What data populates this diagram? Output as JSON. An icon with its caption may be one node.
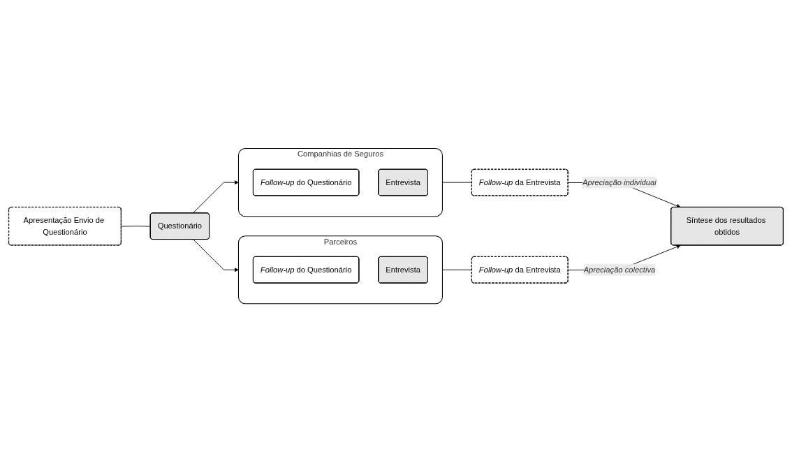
{
  "diagram": {
    "nodes": [
      {
        "text": [
          "Apresentação Envio de Questionário"
        ]
      },
      {
        "text": [
          "Questionário"
        ]
      },
      {
        "text": [
          "Companhias de Seguros"
        ]
      },
      {
        "text": [
          "*Follow-up* do Questionário"
        ],
        "in": 2
      },
      {
        "text": [
          "Entrevista"
        ],
        "in": 2
      },
      {
        "text": [
          "*Follow-up* da Entrevista"
        ]
      },
      {
        "text": [
          "Parceiros"
        ]
      },
      {
        "text": [
          "*Follow-up* do Questionário"
        ],
        "in": 6
      },
      {
        "text": [
          "Entrevista"
        ],
        "in": 6
      },
      {
        "text": [
          "*Follow-up* da Entrevista"
        ]
      },
      {
        "text": [
          "Síntese dos resultados obtidos"
        ]
      }
    ],
    "edges": [
      {
        "from": 0,
        "to": 1,
        "arrow": "none"
      },
      {
        "from": 1,
        "to": 2,
        "arrow": "to"
      },
      {
        "from": 1,
        "to": 6,
        "arrow": "to"
      },
      {
        "from": 2,
        "to": 5,
        "arrow": "none"
      },
      {
        "from": 5,
        "to": 10,
        "arrow": "to",
        "label": "Apreciação individual"
      },
      {
        "from": 6,
        "to": 9,
        "arrow": "none"
      },
      {
        "from": 9,
        "to": 10,
        "arrow": "to",
        "label": "Apreciação colectiva"
      }
    ]
  }
}
